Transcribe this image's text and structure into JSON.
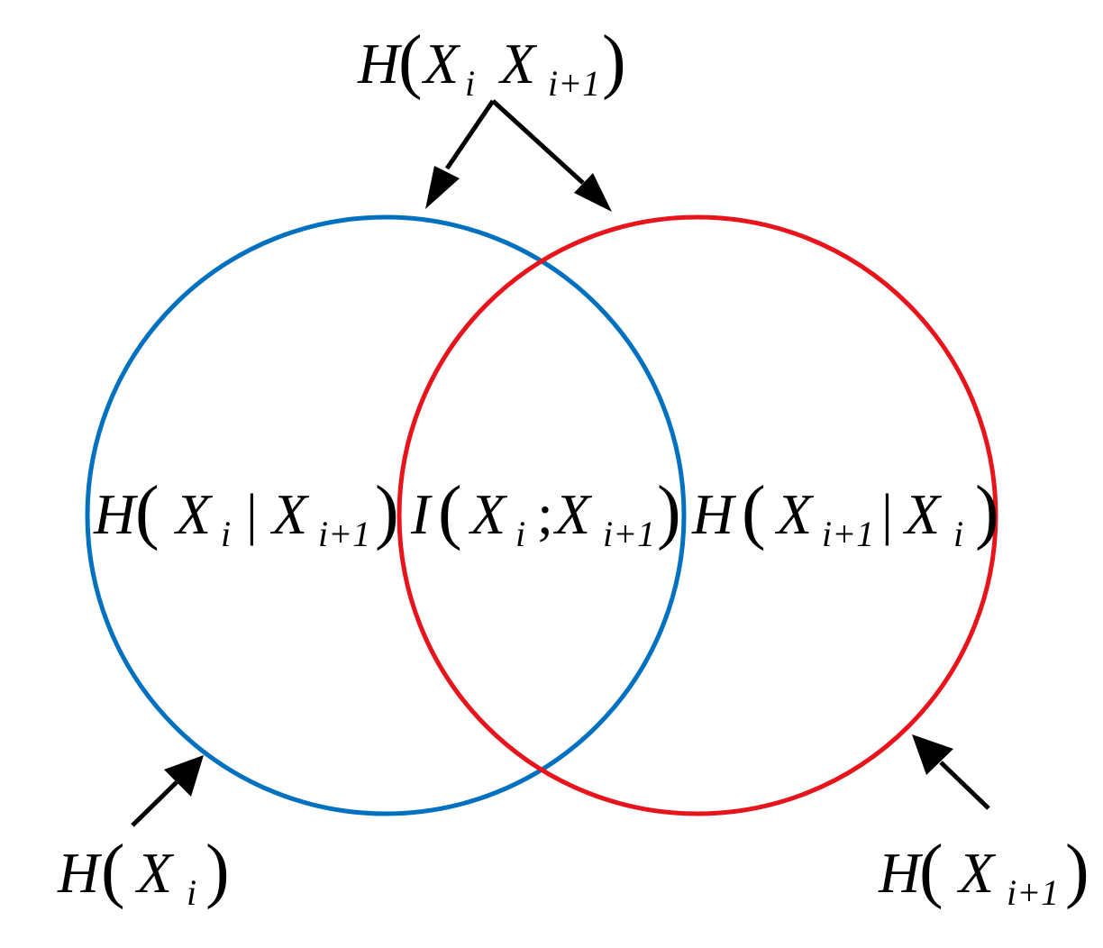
{
  "colors": {
    "left_circle": "#0070c0",
    "right_circle": "#e8141c",
    "arrow": "#000000",
    "text": "#000000"
  },
  "labels": {
    "joint": {
      "func": "H",
      "var1": "X",
      "sub1": "i",
      "var2": "X",
      "sub2": "i+1"
    },
    "cond_left": {
      "func": "H",
      "var1": "X",
      "sub1": "i",
      "sep": "|",
      "var2": "X",
      "sub2": "i+1"
    },
    "mutual": {
      "func": "I",
      "var1": "X",
      "sub1": "i",
      "sep": ";",
      "var2": "X",
      "sub2": "i+1"
    },
    "cond_right": {
      "func": "H",
      "var1": "X",
      "sub1": "i+1",
      "sep": "|",
      "var2": "X",
      "sub2": "i"
    },
    "entropy_left": {
      "func": "H",
      "var1": "X",
      "sub1": "i"
    },
    "entropy_right": {
      "func": "H",
      "var1": "X",
      "sub1": "i+1"
    }
  }
}
